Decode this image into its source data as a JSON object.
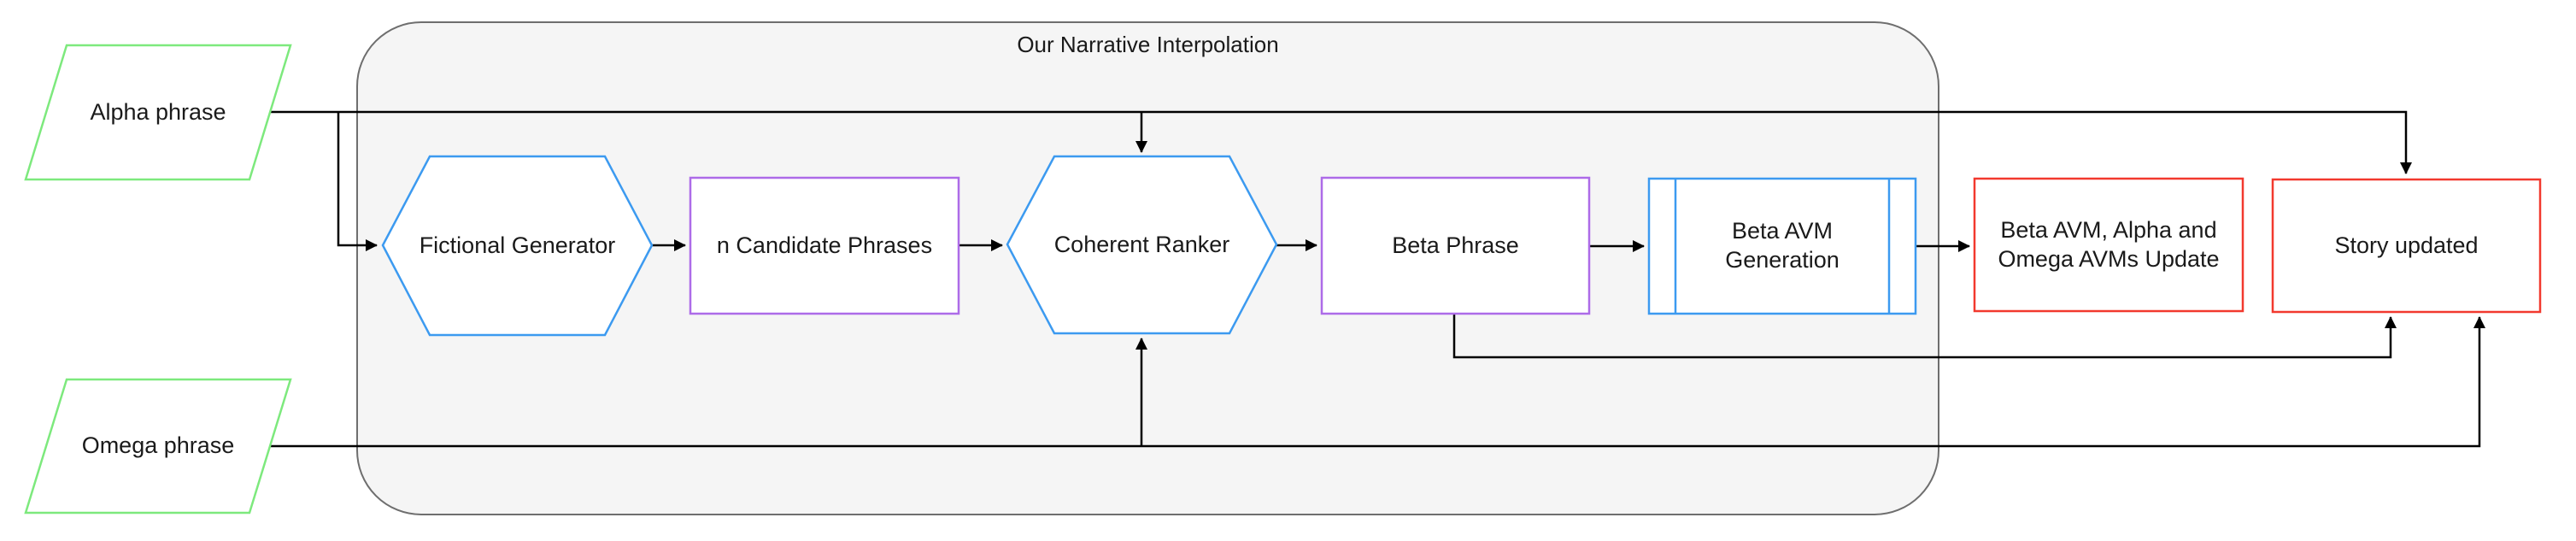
{
  "diagram": {
    "group": {
      "title": "Our Narrative Interpolation"
    },
    "nodes": [
      {
        "id": "alpha-phrase",
        "label": "Alpha phrase",
        "shape": "parallelogram",
        "border_color": "#7de97d"
      },
      {
        "id": "omega-phrase",
        "label": "Omega phrase",
        "shape": "parallelogram",
        "border_color": "#7de97d"
      },
      {
        "id": "fictional-generator",
        "label": "Fictional Generator",
        "shape": "hexagon",
        "border_color": "#3c9af0"
      },
      {
        "id": "candidate-phrases",
        "label": "n Candidate Phrases",
        "shape": "rectangle",
        "border_color": "#ad6be8"
      },
      {
        "id": "coherent-ranker",
        "label": "Coherent Ranker",
        "shape": "hexagon",
        "border_color": "#3c9af0"
      },
      {
        "id": "beta-phrase",
        "label": "Beta Phrase",
        "shape": "rectangle",
        "border_color": "#ad6be8"
      },
      {
        "id": "beta-avm-generation",
        "label": "Beta AVM Generation",
        "shape": "predefined-process",
        "border_color": "#3c9af0"
      },
      {
        "id": "avms-update",
        "label": "Beta AVM, Alpha and Omega AVMs Update",
        "shape": "rectangle",
        "border_color": "#f2392e"
      },
      {
        "id": "story-updated",
        "label": "Story updated",
        "shape": "rectangle",
        "border_color": "#f2392e"
      }
    ],
    "edges": [
      {
        "from": "Alpha phrase",
        "to": "Fictional Generator"
      },
      {
        "from": "Alpha phrase",
        "to": "Coherent Ranker"
      },
      {
        "from": "Alpha phrase",
        "to": "Story updated"
      },
      {
        "from": "Fictional Generator",
        "to": "n Candidate Phrases"
      },
      {
        "from": "n Candidate Phrases",
        "to": "Coherent Ranker"
      },
      {
        "from": "Omega phrase",
        "to": "Coherent Ranker"
      },
      {
        "from": "Omega phrase",
        "to": "Story updated"
      },
      {
        "from": "Coherent Ranker",
        "to": "Beta Phrase"
      },
      {
        "from": "Beta Phrase",
        "to": "Beta AVM Generation"
      },
      {
        "from": "Beta Phrase",
        "to": "Story updated"
      },
      {
        "from": "Beta AVM Generation",
        "to": "Beta AVM, Alpha and Omega AVMs Update"
      }
    ],
    "colors": {
      "input_border": "#7de97d",
      "process_border": "#3c9af0",
      "data_border": "#ad6be8",
      "output_border": "#f2392e",
      "group_fill": "#f5f5f5",
      "group_border": "#6e6e6e",
      "connector": "#000000"
    }
  }
}
